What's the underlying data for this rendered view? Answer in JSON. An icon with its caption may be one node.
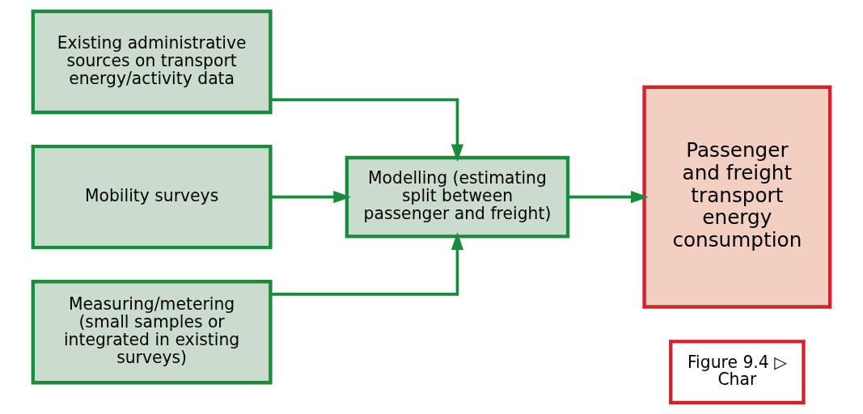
{
  "diagram": {
    "nodes": [
      {
        "text": [
          "Existing administrative sources on transport energy/activity data"
        ]
      },
      {
        "text": [
          "Mobility surveys"
        ]
      },
      {
        "text": [
          "Measuring/metering (small samples or integrated in existing surveys)"
        ]
      },
      {
        "text": [
          "Modelling (estimating split between passenger and freight)"
        ]
      },
      {
        "text": [
          "Passenger and freight transport energy consumption"
        ]
      },
      {
        "text": [
          "Figure 9.4 ▷",
          "Char"
        ]
      }
    ],
    "edges": [
      {
        "from": 0,
        "to": 3,
        "arrow": "to"
      },
      {
        "from": 1,
        "to": 3,
        "arrow": "to"
      },
      {
        "from": 2,
        "to": 3,
        "arrow": "to"
      },
      {
        "from": 3,
        "to": 4,
        "arrow": "to"
      }
    ]
  }
}
